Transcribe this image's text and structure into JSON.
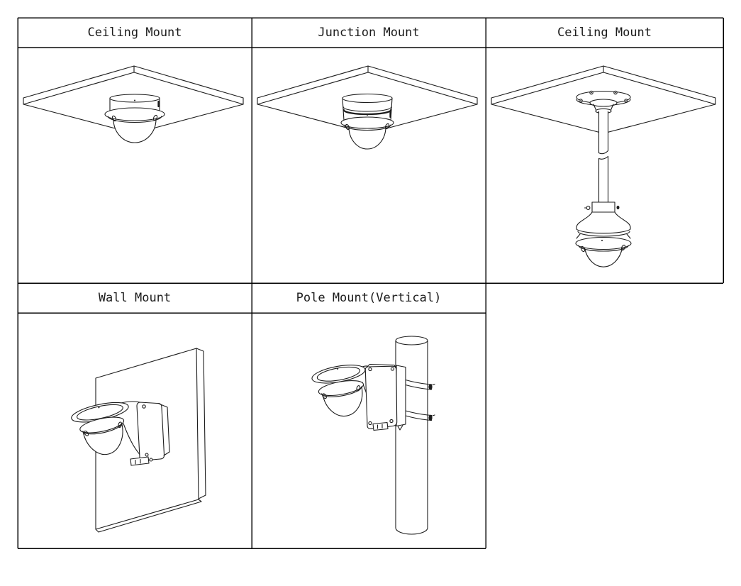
{
  "page": {
    "background": "#ffffff",
    "grid_line_color": "#000000",
    "drawing_line_color": "#1c1c1c"
  },
  "mount_options": {
    "ceiling_mount_1": {
      "label": "Ceiling Mount",
      "illustration": "dome-camera-flush-mounted-under-ceiling-panel"
    },
    "junction_mount": {
      "label": "Junction Mount",
      "illustration": "dome-camera-on-junction-box-under-ceiling-panel"
    },
    "ceiling_mount_2": {
      "label": "Ceiling Mount",
      "illustration": "dome-camera-hanging-from-pendant-pole-under-ceiling-panel"
    },
    "wall_mount": {
      "label": "Wall Mount",
      "illustration": "dome-camera-on-wall-mount-bracket"
    },
    "pole_mount": {
      "label": "Pole Mount(Vertical)",
      "illustration": "dome-camera-on-bracket-strapped-to-vertical-pole"
    }
  }
}
